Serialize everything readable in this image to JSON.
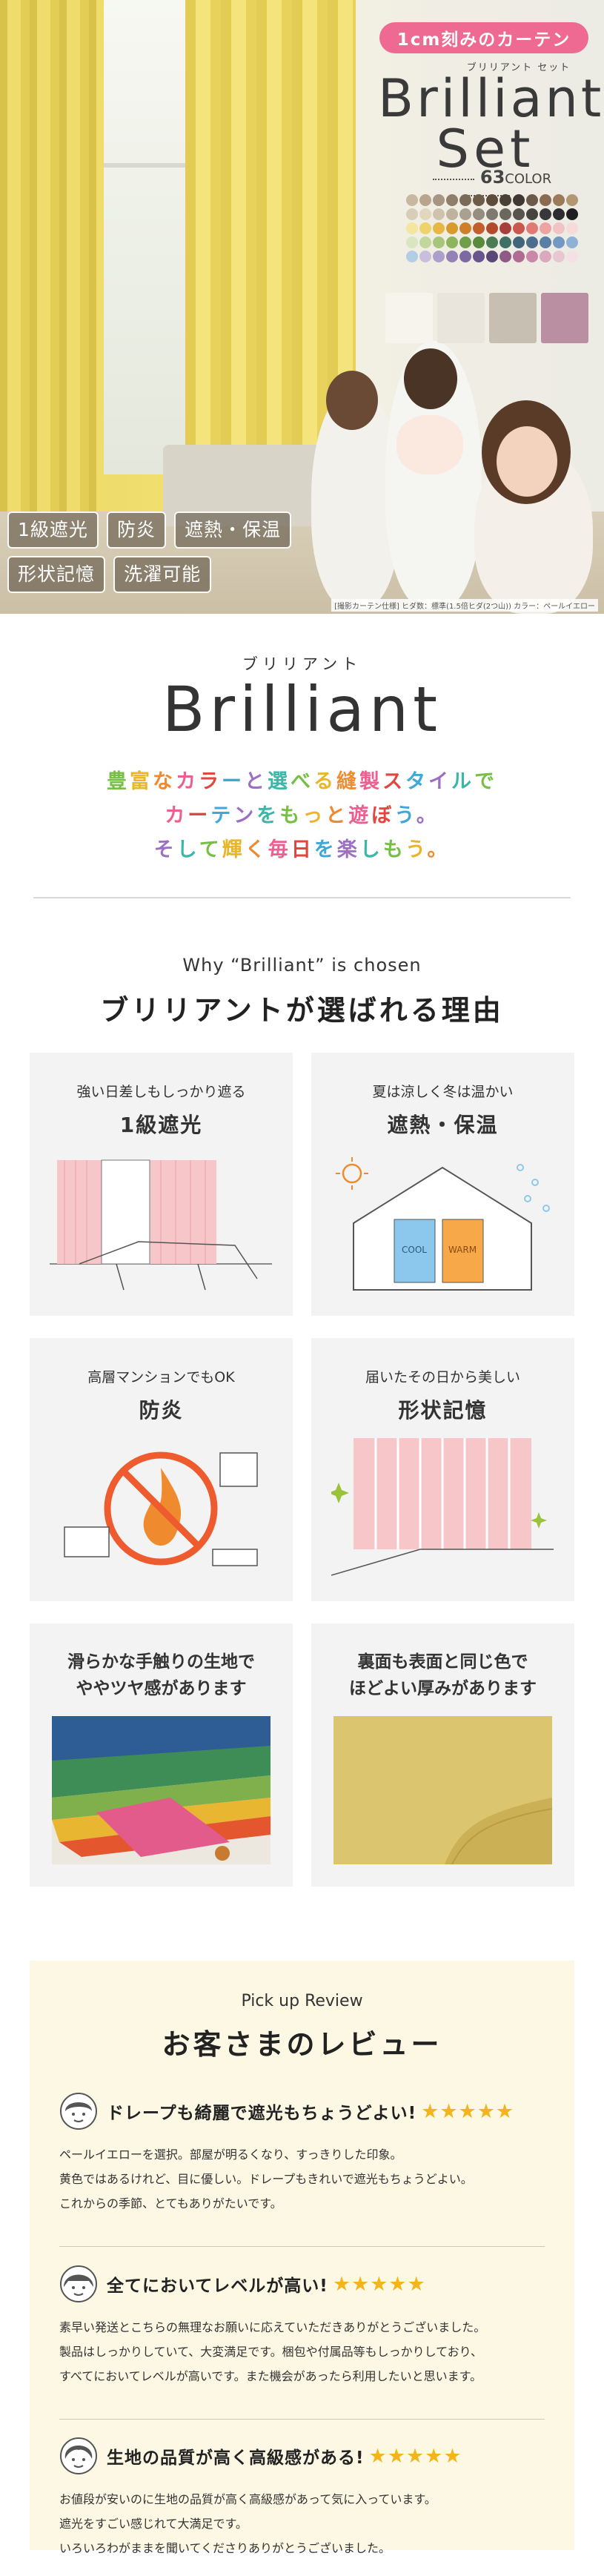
{
  "hero": {
    "tagline": "1cm刻みのカーテン",
    "brand_kana": "ブリリアント セット",
    "brand_line1": "Brilliant",
    "brand_line2": "Set",
    "color_count_num": "63",
    "color_count_label": "COLOR",
    "features": [
      "1級遮光",
      "防炎",
      "遮熱・保温",
      "形状記憶",
      "洗濯可能"
    ],
    "photo_caption": "[撮影カーテン仕様] ヒダ数：標準(1.5倍ヒダ(2つ山)) カラー：ペールイエロー",
    "swatch_colors": [
      "#c9b8a0",
      "#b7a58d",
      "#a69582",
      "#8f7e6a",
      "#7a6a57",
      "#6c5c48",
      "#5b4c3c",
      "#4b4036",
      "#403632",
      "#6b5a4a",
      "#8b6a52",
      "#9a7a5b",
      "#b39773",
      "#d8cdb8",
      "#e2d6c0",
      "#cfc3ae",
      "#bfb39f",
      "#a9a08f",
      "#958d7d",
      "#7e7a70",
      "#6a675f",
      "#57554e",
      "#46443f",
      "#38373a",
      "#2c2b2f",
      "#1f1e22",
      "#f4e5a0",
      "#eed26b",
      "#e6b843",
      "#d99a2d",
      "#cf7f2b",
      "#c25f2a",
      "#b14b2c",
      "#a5413a",
      "#c9574e",
      "#e07a73",
      "#eca3a2",
      "#f2c3c4",
      "#f6dbd9",
      "#d9e6c1",
      "#c2d79b",
      "#a8c679",
      "#8db55d",
      "#709f4a",
      "#5a8a3c",
      "#4b7b53",
      "#3f6f66",
      "#41657a",
      "#4d6d8f",
      "#5b7ea7",
      "#7398c2",
      "#8fb2d4",
      "#b3cde5",
      "#c8bfdc",
      "#ad9fcb",
      "#9482b7",
      "#7c68a2",
      "#69558d",
      "#5a4778",
      "#8f5a86",
      "#b06b93",
      "#c988a7",
      "#daa9bd",
      "#e8c7d2",
      "#f3e1e6"
    ],
    "fabric_colors": [
      "#f7f4ee",
      "#e9e4dc",
      "#c7bfb2",
      "#b98fa1"
    ]
  },
  "intro": {
    "kana": "ブリリアント",
    "logo": "Brilliant",
    "catch_line1": "豊富なカラーと選べる縫製スタイルで",
    "catch_line2": "カーテンをもっと遊ぼう。",
    "catch_line3": "そして輝く毎日を楽しもう。"
  },
  "why": {
    "en": "Why “Brilliant” is chosen",
    "jp": "ブリリアントが選ばれる理由",
    "cards": [
      {
        "sub": "強い日差しもしっかり遮る",
        "title": "1級遮光"
      },
      {
        "sub": "夏は涼しく冬は温かい",
        "title": "遮熱・保温",
        "cool": "COOL",
        "warm": "WARM"
      },
      {
        "sub": "高層マンションでもOK",
        "title": "防炎"
      },
      {
        "sub": "届いたその日から美しい",
        "title": "形状記憶"
      },
      {
        "desc1": "滑らかな手触りの生地で",
        "desc2": "ややツヤ感があります"
      },
      {
        "desc1": "裏面も表面と同じ色で",
        "desc2": "ほどよい厚みがあります"
      }
    ]
  },
  "review": {
    "pickup": "Pick up Review",
    "title": "お客さまのレビュー",
    "items": [
      {
        "heading": "ドレープも綺麗で遮光もちょうどよい!",
        "stars": "★★★★★",
        "lines": [
          "ペールイエローを選択。部屋が明るくなり、すっきりした印象。",
          "黄色ではあるけれど、目に優しい。ドレープもきれいで遮光もちょうどよい。",
          "これからの季節、とてもありがたいです。"
        ]
      },
      {
        "heading": "全てにおいてレベルが高い!",
        "stars": "★★★★★",
        "lines": [
          "素早い発送とこちらの無理なお願いに応えていただきありがとうございました。",
          "製品はしっかりしていて、大変満足です。梱包や付属品等もしっかりしており、",
          "すべてにおいてレベルが高いです。また機会があったら利用したいと思います。"
        ]
      },
      {
        "heading": "生地の品質が高く高級感がある!",
        "stars": "★★★★★",
        "lines": [
          "お値段が安いのに生地の品質が高く高級感があって気に入っています。",
          "遮光をすごい感じれて大満足です。",
          "いろいろわがままを聞いてくださりありがとうございました。"
        ]
      }
    ]
  }
}
